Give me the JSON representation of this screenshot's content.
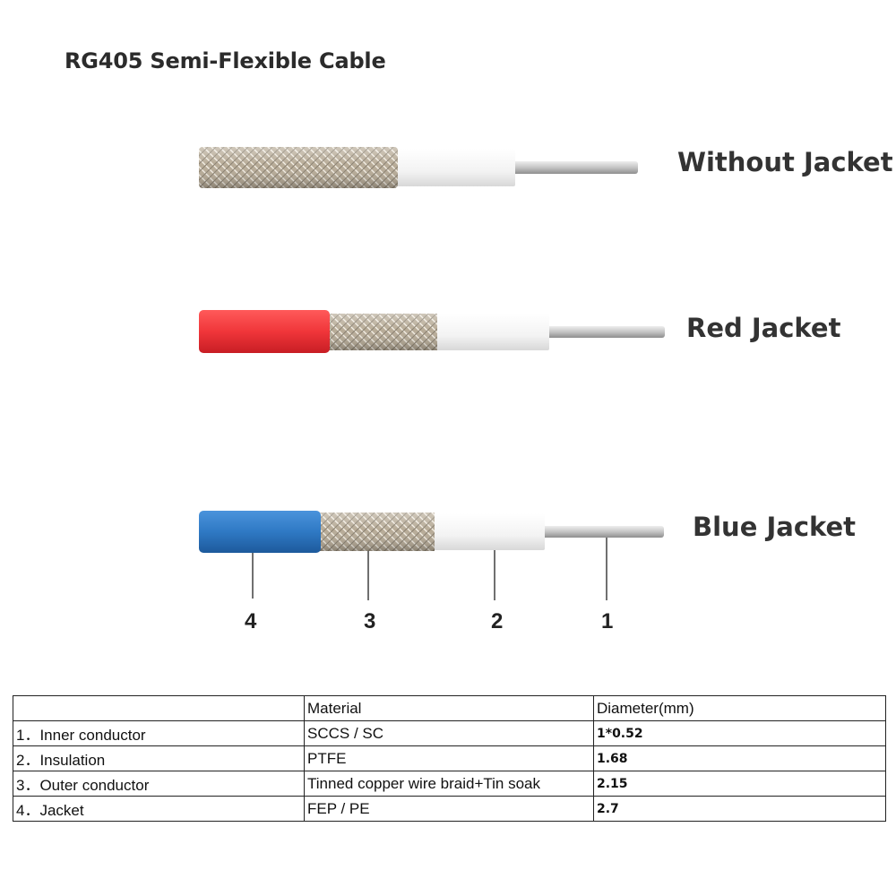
{
  "title": "RG405 Semi-Flexible Cable",
  "cables": [
    {
      "label": "Without Jacket",
      "jacket_color": null
    },
    {
      "label": "Red Jacket",
      "jacket_color": "#f0363a"
    },
    {
      "label": "Blue Jacket",
      "jacket_color": "#2f79c4"
    }
  ],
  "layer_numbers": [
    "4",
    "3",
    "2",
    "1"
  ],
  "table": {
    "headers": [
      "",
      "Material",
      "Diameter(mm)"
    ],
    "rows": [
      [
        "1．Inner conductor",
        "SCCS / SC",
        "1*0.52"
      ],
      [
        "2．Insulation",
        "PTFE",
        "1.68"
      ],
      [
        "3．Outer conductor",
        "Tinned copper wire braid+Tin soak",
        "2.15"
      ],
      [
        "4．Jacket",
        "FEP / PE",
        "2.7"
      ]
    ]
  },
  "colors": {
    "braid": "#b9ad9a",
    "insulation": "#f4f4f4",
    "conductor": "#bdbdbd"
  }
}
